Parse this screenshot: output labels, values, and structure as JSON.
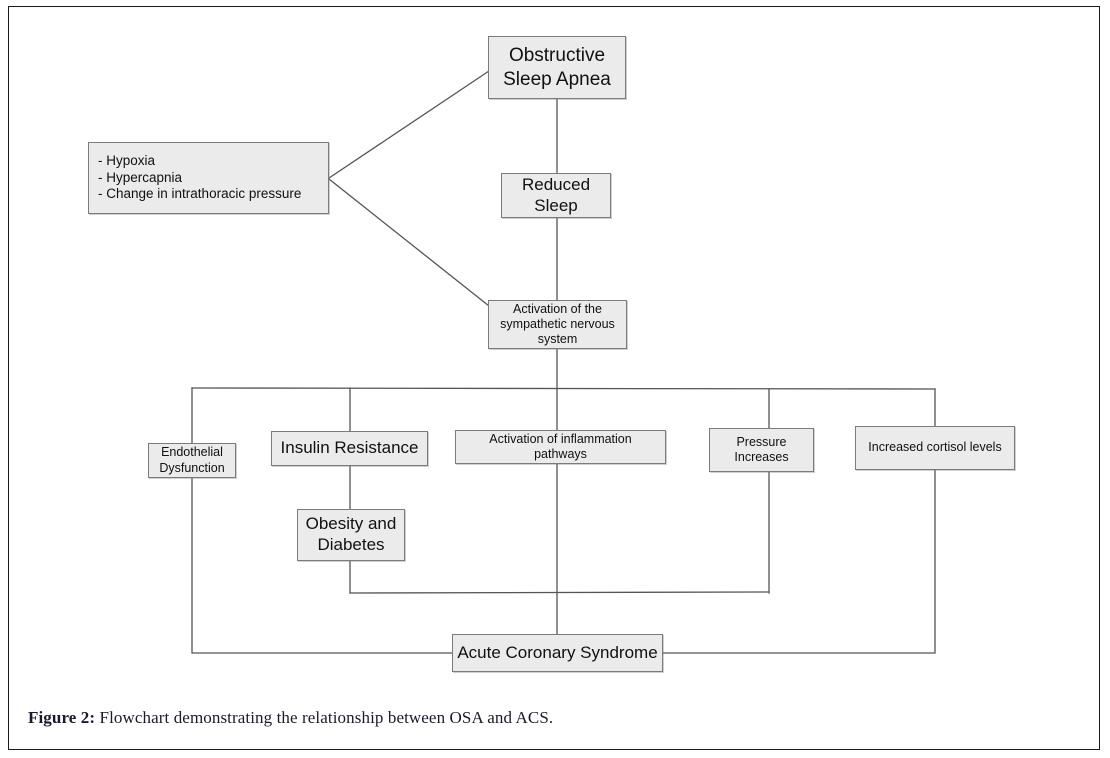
{
  "figure": {
    "caption_label": "Figure 2:",
    "caption_text": " Flowchart demonstrating the relationship between OSA and ACS."
  },
  "style": {
    "node_fill": "#ebebeb",
    "node_border": "#7b7b7b",
    "connector_color": "#555555",
    "frame_color": "#1a1a1a",
    "text_color": "#111111"
  },
  "chart_data": {
    "type": "diagram",
    "title": "Flowchart demonstrating the relationship between OSA and ACS",
    "nodes": [
      {
        "id": "osa",
        "label": "Obstructive\nSleep Apnea"
      },
      {
        "id": "triggers",
        "label": "- Hypoxia\n- Hypercapnia\n- Change in intrathoracic pressure"
      },
      {
        "id": "reduced",
        "label": "Reduced\nSleep"
      },
      {
        "id": "sns",
        "label": "Activation of the\nsympathetic nervous\nsystem"
      },
      {
        "id": "endothelial",
        "label": "Endothelial\nDysfunction"
      },
      {
        "id": "insulin",
        "label": "Insulin Resistance"
      },
      {
        "id": "inflammation",
        "label": "Activation of inflammation\npathways"
      },
      {
        "id": "pressure",
        "label": "Pressure\nIncreases"
      },
      {
        "id": "cortisol",
        "label": "Increased cortisol levels"
      },
      {
        "id": "obesity",
        "label": "Obesity and\nDiabetes"
      },
      {
        "id": "acs",
        "label": "Acute Coronary Syndrome"
      }
    ],
    "edges": [
      {
        "from": "triggers",
        "to": "osa"
      },
      {
        "from": "triggers",
        "to": "sns"
      },
      {
        "from": "osa",
        "to": "reduced"
      },
      {
        "from": "reduced",
        "to": "sns"
      },
      {
        "from": "sns",
        "to": "endothelial"
      },
      {
        "from": "sns",
        "to": "insulin"
      },
      {
        "from": "sns",
        "to": "inflammation"
      },
      {
        "from": "sns",
        "to": "pressure"
      },
      {
        "from": "sns",
        "to": "cortisol"
      },
      {
        "from": "insulin",
        "to": "obesity"
      },
      {
        "from": "endothelial",
        "to": "acs"
      },
      {
        "from": "obesity",
        "to": "acs"
      },
      {
        "from": "inflammation",
        "to": "acs"
      },
      {
        "from": "pressure",
        "to": "acs"
      },
      {
        "from": "cortisol",
        "to": "acs"
      }
    ]
  },
  "nodes": {
    "osa": {
      "label": "Obstructive\nSleep Apnea"
    },
    "triggers": {
      "label": "- Hypoxia\n- Hypercapnia\n- Change in intrathoracic pressure"
    },
    "reduced": {
      "label": "Reduced\nSleep"
    },
    "sns": {
      "label": "Activation of the\nsympathetic nervous\nsystem"
    },
    "endothelial": {
      "label": "Endothelial\nDysfunction"
    },
    "insulin": {
      "label": "Insulin Resistance"
    },
    "inflammation": {
      "label": "Activation of inflammation\npathways"
    },
    "pressure": {
      "label": "Pressure\nIncreases"
    },
    "cortisol": {
      "label": "Increased cortisol levels"
    },
    "obesity": {
      "label": "Obesity and\nDiabetes"
    },
    "acs": {
      "label": "Acute Coronary Syndrome"
    }
  }
}
